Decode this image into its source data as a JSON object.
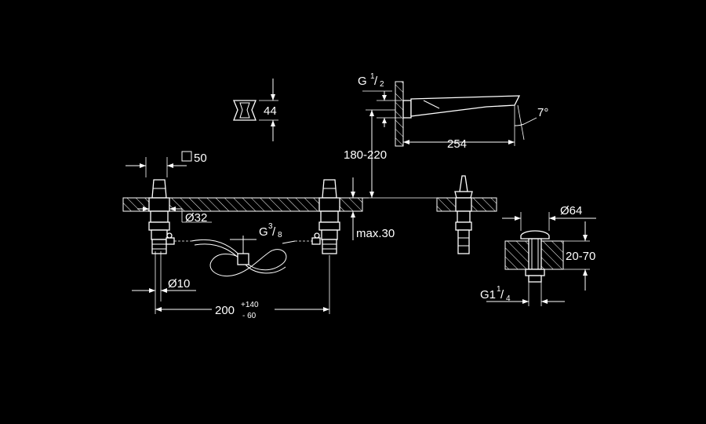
{
  "dimensions": {
    "height_44": "44",
    "square_50": "50",
    "dia_32": "Ø32",
    "dia_10": "Ø10",
    "spread_main": "200",
    "spread_plus": "+140",
    "spread_minus": "- 60",
    "hose_g_base": "G",
    "hose_g_num": "3",
    "hose_g_den": "8",
    "inlet_g_base": "G",
    "inlet_g_num": "1",
    "inlet_g_den": "2",
    "inlet_height": "180-220",
    "spout_length": "254",
    "spout_angle": "7°",
    "deck_max": "max.30",
    "drain_dia": "Ø64",
    "drain_thickness": "20-70",
    "drain_g_base": "G1",
    "drain_g_num": "1",
    "drain_g_den": "4"
  }
}
